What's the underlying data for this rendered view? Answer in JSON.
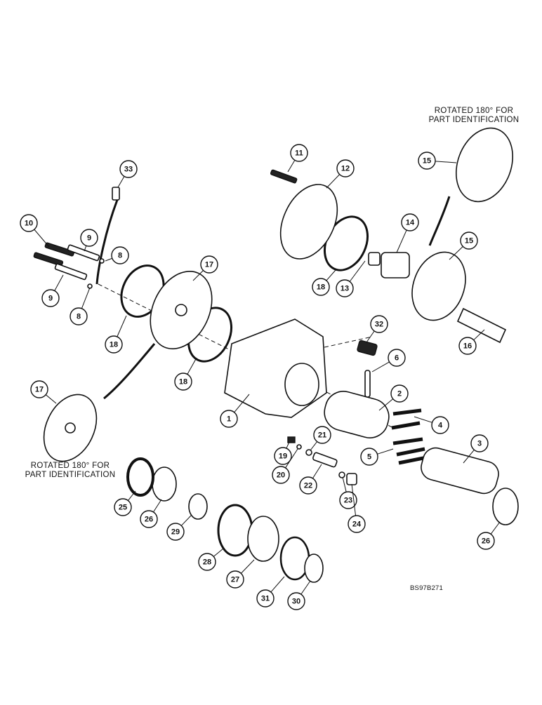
{
  "notes": {
    "rotated_top": "ROTATED 180° FOR\nPART IDENTIFICATION",
    "rotated_bottom": "ROTATED 180° FOR\nPART IDENTIFICATION",
    "drawing_code": "BS97B271"
  },
  "callouts": [
    {
      "id": "c1",
      "label": "1"
    },
    {
      "id": "c2",
      "label": "2"
    },
    {
      "id": "c3",
      "label": "3"
    },
    {
      "id": "c4",
      "label": "4"
    },
    {
      "id": "c5",
      "label": "5"
    },
    {
      "id": "c6",
      "label": "6"
    },
    {
      "id": "c8a",
      "label": "8"
    },
    {
      "id": "c8b",
      "label": "8"
    },
    {
      "id": "c9a",
      "label": "9"
    },
    {
      "id": "c9b",
      "label": "9"
    },
    {
      "id": "c10",
      "label": "10"
    },
    {
      "id": "c11",
      "label": "11"
    },
    {
      "id": "c12",
      "label": "12"
    },
    {
      "id": "c13",
      "label": "13"
    },
    {
      "id": "c14",
      "label": "14"
    },
    {
      "id": "c15a",
      "label": "15"
    },
    {
      "id": "c15b",
      "label": "15"
    },
    {
      "id": "c16",
      "label": "16"
    },
    {
      "id": "c17a",
      "label": "17"
    },
    {
      "id": "c17b",
      "label": "17"
    },
    {
      "id": "c18a",
      "label": "18"
    },
    {
      "id": "c18b",
      "label": "18"
    },
    {
      "id": "c18c",
      "label": "18"
    },
    {
      "id": "c19",
      "label": "19"
    },
    {
      "id": "c20",
      "label": "20"
    },
    {
      "id": "c21",
      "label": "21"
    },
    {
      "id": "c22",
      "label": "22"
    },
    {
      "id": "c23",
      "label": "23"
    },
    {
      "id": "c24",
      "label": "24"
    },
    {
      "id": "c25",
      "label": "25"
    },
    {
      "id": "c26a",
      "label": "26"
    },
    {
      "id": "c26b",
      "label": "26"
    },
    {
      "id": "c27",
      "label": "27"
    },
    {
      "id": "c28",
      "label": "28"
    },
    {
      "id": "c29",
      "label": "29"
    },
    {
      "id": "c30",
      "label": "30"
    },
    {
      "id": "c31",
      "label": "31"
    },
    {
      "id": "c32",
      "label": "32"
    },
    {
      "id": "c33",
      "label": "33"
    }
  ]
}
